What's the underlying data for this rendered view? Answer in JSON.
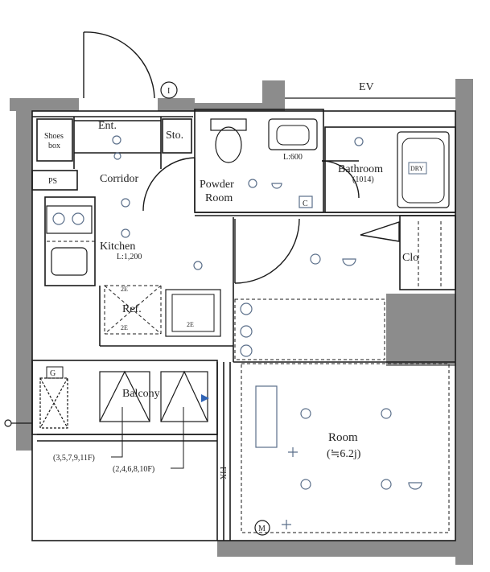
{
  "labels": {
    "ev": "EV",
    "ent": "Ent.",
    "shoes_box_l1": "Shoes",
    "shoes_box_l2": "box",
    "sto": "Sto.",
    "ps": "PS",
    "corridor": "Corridor",
    "powder_room_l1": "Powder",
    "powder_room_l2": "Room",
    "l600": "L:600",
    "bathroom": "Bathroom",
    "bathroom_size": "(1014)",
    "dry": "DRY",
    "kitchen": "Kitchen",
    "kitchen_size": "L:1,200",
    "ref": "Ref.",
    "clo": "Clo",
    "balcony": "Balcony",
    "room": "Room",
    "room_size": "(≒6.2j)",
    "floors_odd": "(3,5,7,9,11F)",
    "floors_even": "(2,4,6,8,10F)",
    "fix": "FIX",
    "g_mark": "G",
    "c_mark": "C",
    "m_mark": "M",
    "i_mark": "I",
    "e2_a": "2E",
    "e2_b": "2E",
    "e2_c": "2E"
  },
  "colors": {
    "wall": "#8c8c8c",
    "line": "#1a1a1a",
    "fixture": "#5b6f8a",
    "accent": "#2f63b5"
  }
}
